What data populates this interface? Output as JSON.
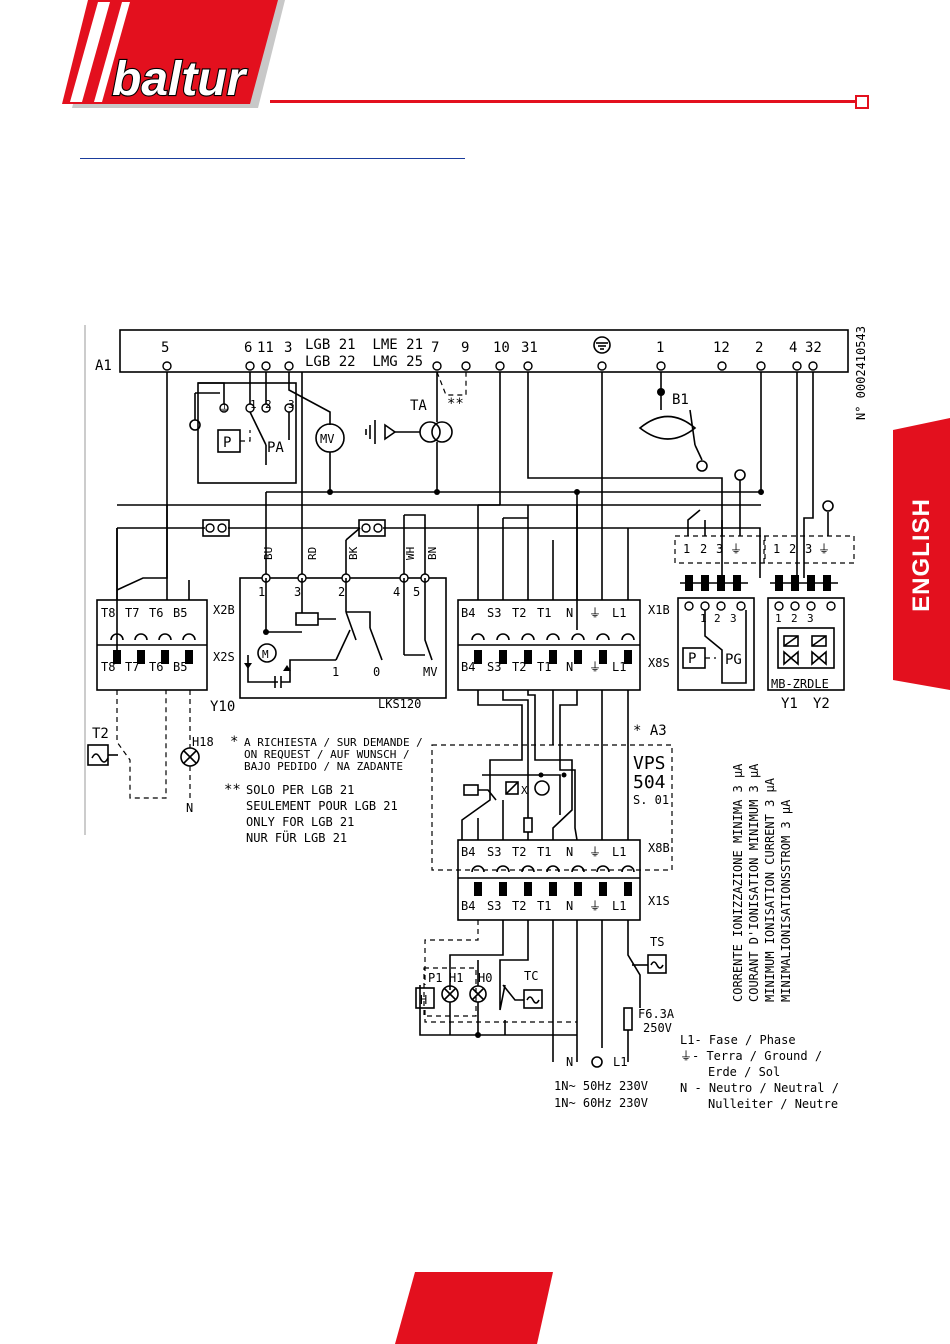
{
  "brand": {
    "name": "baltur",
    "accent": "#e3101e",
    "link_color": "#1a3c9c"
  },
  "language_tab": "ENGLISH",
  "drawing_number": "N° 0002410543",
  "panel": {
    "name": "A1",
    "model_lines": [
      "LGB 21  LME 21",
      "LGB 22  LMG 25"
    ],
    "terminals": [
      "5",
      "6",
      "11",
      "3",
      "7",
      "9",
      "10",
      "31",
      "1",
      "12",
      "2",
      "4",
      "32"
    ]
  },
  "components": {
    "pa": "PA",
    "p": "P",
    "mv": "MV",
    "ta": "TA",
    "b1": "B1",
    "star2": "**",
    "x2b": "X2B",
    "x2s": "X2S",
    "x1b": "X1B",
    "x8s": "X8S",
    "x8b": "X8B",
    "x1s": "X1S",
    "y10": "Y10",
    "lks": "LKS120",
    "t2": "T2",
    "h18": "H18",
    "n": "N",
    "a3": "* A3",
    "vps": "VPS",
    "vps_num": "504",
    "vps_s": "S. 01",
    "pg": "PG",
    "mb": "MB-ZRDLE",
    "y1": "Y1",
    "y2": "Y2",
    "ts": "TS",
    "tc": "TC",
    "p1": "P1",
    "h1": "H1",
    "h0": "H0",
    "h": "H",
    "fuse": "F6.3A",
    "fuse_v": "250V",
    "l1": "L1",
    "m": "M",
    "wire_colors": [
      "BU",
      "RD",
      "BK",
      "WH",
      "BN"
    ],
    "lks_terms": [
      "1",
      "3",
      "2",
      "4",
      "5"
    ],
    "switch_pos": [
      "1",
      "0",
      "MV"
    ],
    "conn_x2": [
      "T8",
      "T7",
      "T6",
      "B5"
    ],
    "conn_x1": [
      "B4",
      "S3",
      "T2",
      "T1",
      "N",
      "⏚",
      "L1"
    ],
    "small_terms": [
      "1",
      "2",
      "3"
    ]
  },
  "notes": {
    "on_request_mark": "*",
    "on_request": [
      "A RICHIESTA / SUR DEMANDE /",
      "ON REQUEST / AUF WUNSCH /",
      "BAJO PEDIDO / NA ZADANTE"
    ],
    "lgb21_mark": "**",
    "lgb21": [
      "SOLO PER LGB 21",
      "SEULEMENT POUR LGB 21",
      "ONLY FOR LGB 21",
      "NUR FÜR LGB 21"
    ],
    "ionisation": [
      "CORRENTE IONIZZAZIONE MINIMA 3 μA",
      "COURANT D'IONISATION MINIMUM 3 μA",
      "MINIMUM IONISATION CURRENT 3 μA",
      "MINIMALIONISATIONSSTROM 3 μA"
    ]
  },
  "supply": [
    "1N~ 50Hz 230V",
    "1N~ 60Hz 230V"
  ],
  "legend": {
    "phase": "L1- Fase / Phase",
    "earth_1": "⏚- Terra / Ground /",
    "earth_2": "Erde / Sol",
    "neutral_1": "N - Neutro / Neutral /",
    "neutral_2": "Nulleiter / Neutre"
  }
}
